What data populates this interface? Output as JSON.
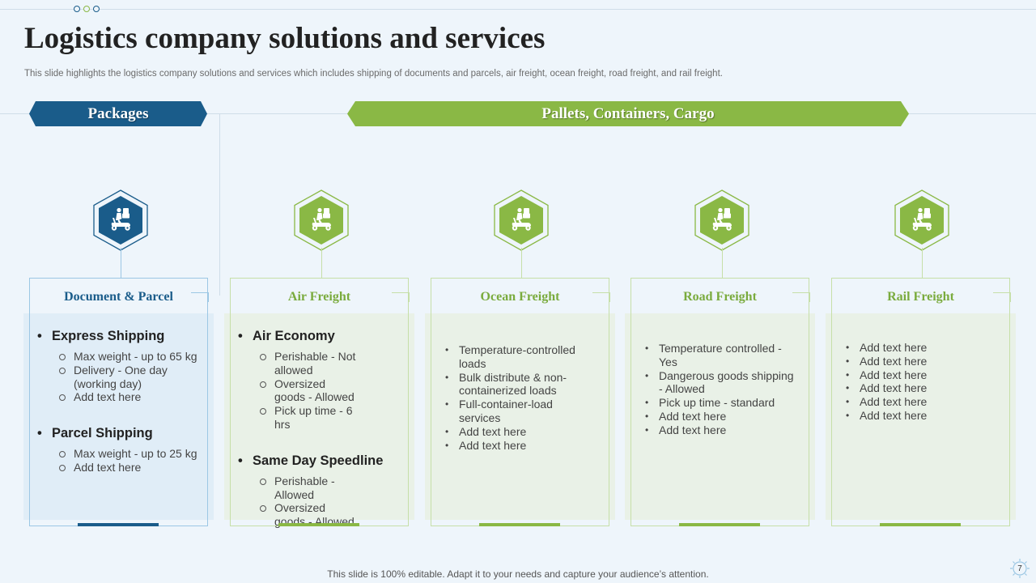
{
  "header": {
    "title": "Logistics company solutions and services",
    "subtitle": "This slide highlights the logistics company solutions and services which includes shipping of documents and parcels, air freight, ocean freight, road freight, and rail freight."
  },
  "banners": {
    "packages": "Packages",
    "pallets": "Pallets, Containers, Cargo"
  },
  "colors": {
    "blue": "#1a5c8a",
    "green": "#8ab845",
    "background": "#eef5fb"
  },
  "icons": [
    "delivery-scooter-icon"
  ],
  "cards": [
    {
      "title": "Document & Parcel",
      "groups": [
        {
          "heading": "Express Shipping",
          "items": [
            "Max weight - up to 65 kg",
            "Delivery - One day (working day)",
            "Add text here"
          ]
        },
        {
          "heading": "Parcel Shipping",
          "items": [
            "Max weight - up to 25 kg",
            "Add text here"
          ]
        }
      ]
    },
    {
      "title": "Air Freight",
      "groups": [
        {
          "heading": "Air Economy",
          "items": [
            "Perishable - Not allowed",
            "Oversized goods - Allowed",
            "Pick up time - 6 hrs"
          ]
        },
        {
          "heading": "Same Day Speedline",
          "items": [
            "Perishable - Allowed",
            "Oversized goods - Allowed"
          ]
        }
      ]
    },
    {
      "title": "Ocean Freight",
      "items": [
        "Temperature-controlled loads",
        "Bulk distribute & non-containerized loads",
        "Full-container-load services",
        "Add text here",
        "Add text here"
      ]
    },
    {
      "title": "Road Freight",
      "items": [
        "Temperature controlled - Yes",
        "Dangerous goods shipping - Allowed",
        "Pick up time - standard",
        "Add text here",
        "Add text here"
      ]
    },
    {
      "title": "Rail Freight",
      "items": [
        "Add text here",
        "Add text here",
        "Add text here",
        "Add text here",
        "Add text here",
        "Add text here"
      ]
    }
  ],
  "footer": "This slide is 100% editable. Adapt it to your needs and capture your audience’s attention.",
  "page_number": "7"
}
